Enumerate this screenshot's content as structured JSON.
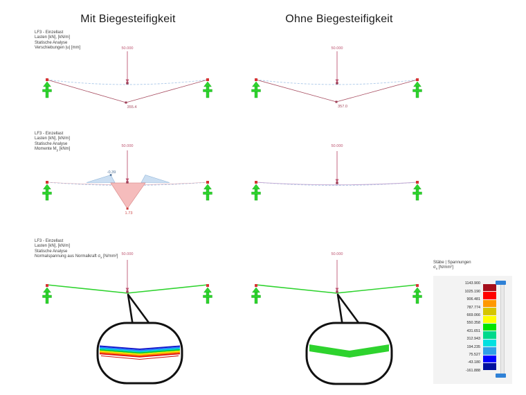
{
  "headers": {
    "left": "Mit Biegesteifigkeit",
    "right": "Ohne Biegesteifigkeit"
  },
  "info": {
    "line1": "LF3 - Einzellast",
    "line2": "Lasten [kN], [kN/m]",
    "line3": "Statische Analyse",
    "row1_line4": "Verschiebungen |u| [mm]",
    "row2_line4_prefix": "Momente M",
    "row2_line4_sub": "y",
    "row2_line4_suffix": " [kNm]",
    "row3_line4_prefix": "Normalspannung aus Normalkraft σ",
    "row3_line4_sub": "x",
    "row3_line4_suffix": " [N/mm²]"
  },
  "loads": {
    "point_load": "50.000"
  },
  "results": {
    "displacement_with": "355.4",
    "displacement_without": "357.0",
    "moment_min": "-0.39",
    "moment_max": "1.73"
  },
  "colors": {
    "load": "#bd5672",
    "deflection_line": "#a64a5e",
    "undeformed_dashed": "#a9c7e8",
    "support_green": "#2ed32e",
    "node_red": "#d63333",
    "moment_fill_positive": "#f5bcbc",
    "moment_fill_negative": "#ccdff2",
    "stress_line_green": "#2ed32e"
  },
  "legend": {
    "title_line1": "Stäbe | Spannungen",
    "title_prefix": "σ",
    "title_sub": "x",
    "title_suffix": " [N/mm²]",
    "values": [
      "1143.900",
      "1025.190",
      "906.481",
      "787.774",
      "669.066",
      "550.358",
      "431.651",
      "312.943",
      "194.235",
      "75.527",
      "-43.180",
      "-161.888"
    ],
    "colors": [
      "#a50f1c",
      "#ff0000",
      "#ff9800",
      "#d6c500",
      "#ffff00",
      "#00e400",
      "#00d98b",
      "#00e0e0",
      "#2f9fe8",
      "#0000ff",
      "#000f9e"
    ],
    "handle_color": "#2f81d6"
  },
  "stress_band": {
    "with_stiffness_colors": [
      "#1515c8",
      "#2a7fff",
      "#00d2d2",
      "#00c832",
      "#f5e800",
      "#ff8c00",
      "#e01010"
    ],
    "without_stiffness_color": "#2ed32e"
  }
}
